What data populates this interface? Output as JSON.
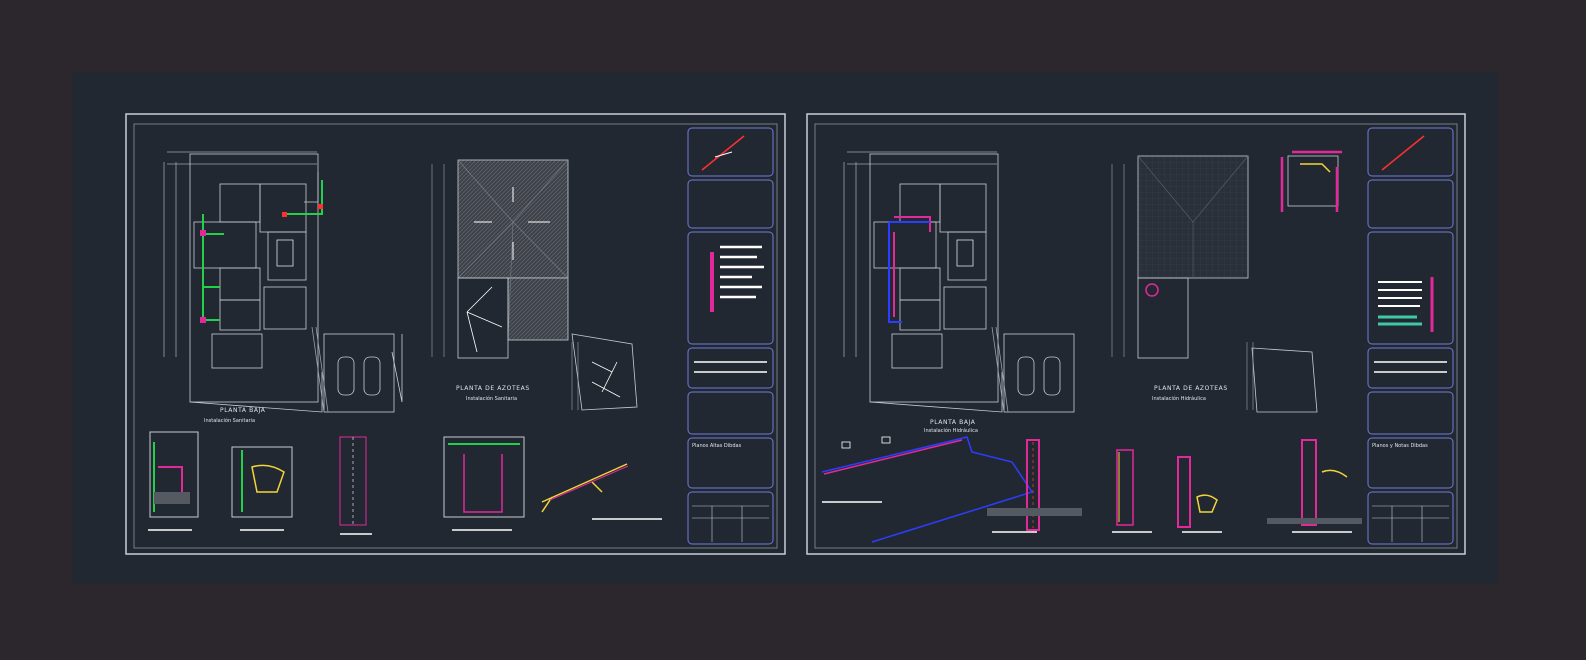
{
  "colors": {
    "background": "#2b272c",
    "model_space": "#222831",
    "frame": "#c9ced6",
    "sheet_panel": "#6f7bd8",
    "drain": "#22d04a",
    "water": "#e2299a",
    "pipe_blue": "#2d3dff",
    "annotation": "#ffffff",
    "warning": "#ff3030",
    "fixture": "#f4d43b"
  },
  "sheets": [
    {
      "plan_title": "PLANTA BAJA",
      "plan_subtitle": "Instalación Sanitaria",
      "roof_title": "PLANTA DE AZOTEAS",
      "roof_subtitle": "Instalación Sanitaria",
      "notes_heading": "Planos Altas Dibdas"
    },
    {
      "plan_title": "PLANTA BAJA",
      "plan_subtitle": "Instalación Hidráulica",
      "roof_title": "PLANTA DE AZOTEAS",
      "roof_subtitle": "Instalación Hidráulica",
      "notes_heading": "Planos y Notas Dibdas"
    }
  ]
}
